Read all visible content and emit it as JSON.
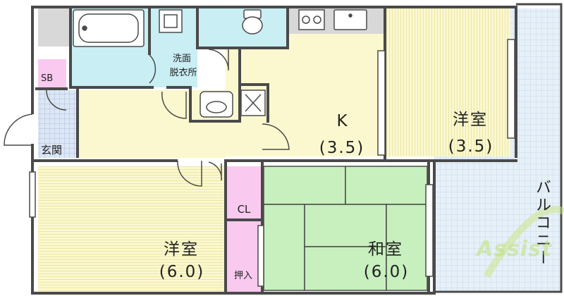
{
  "rooms": {
    "sb": "SB",
    "entrance": "玄関",
    "washroom_line1": "洗面",
    "washroom_line2": "脱衣所",
    "kitchen_name": "K",
    "kitchen_size": "(3.5)",
    "western_room_a_name": "洋室",
    "western_room_a_size": "(3.5)",
    "western_room_b_name": "洋室",
    "western_room_b_size": "(6.0)",
    "japanese_room_name": "和室",
    "japanese_room_size": "(6.0)",
    "closet": "CL",
    "oshiire": "押入",
    "balcony": "バルコニー"
  },
  "watermark": "Assist",
  "colors": {
    "wall": "#4a4a4a",
    "floor_yellow": "#fbf8cf",
    "wet_area_cyan": "#c9eef3",
    "storage_pink": "#f9c9ef",
    "tatami_green": "#c8efbe",
    "balcony_blue": "#e6f0f8",
    "tile_gray": "#d8d8d8",
    "entrance_blue": "#dce7f6"
  }
}
